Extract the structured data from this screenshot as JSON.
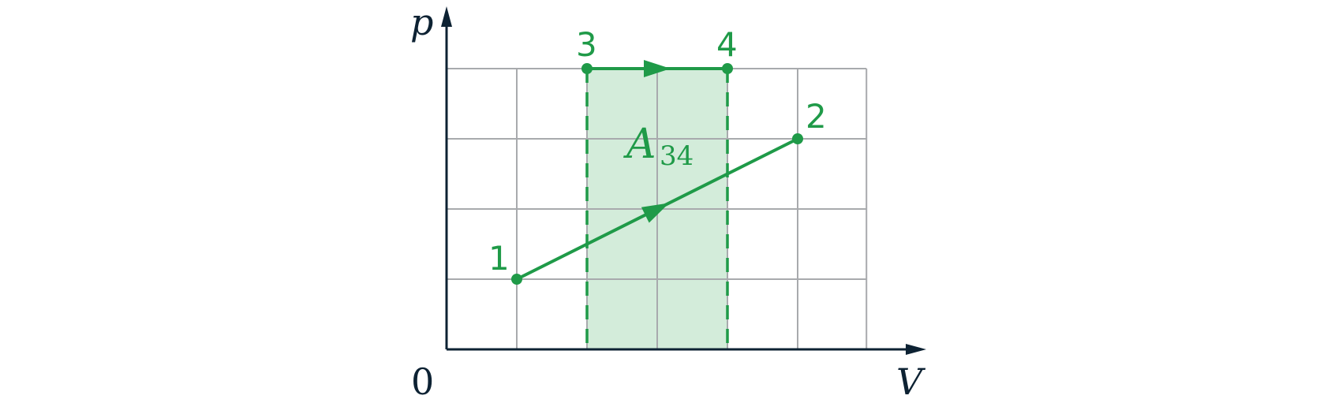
{
  "labels": {
    "y_axis": "p",
    "x_axis": "V",
    "origin": "0",
    "area_main": "A",
    "area_sub": "34"
  },
  "points": [
    {
      "id": "1",
      "label": "1",
      "gx": 1,
      "gy": 1
    },
    {
      "id": "2",
      "label": "2",
      "gx": 5,
      "gy": 3
    },
    {
      "id": "3",
      "label": "3",
      "gx": 2,
      "gy": 4
    },
    {
      "id": "4",
      "label": "4",
      "gx": 4,
      "gy": 4
    }
  ],
  "processes": [
    {
      "from": "1",
      "to": "2"
    },
    {
      "from": "3",
      "to": "4"
    }
  ],
  "shaded_area": {
    "from_gx": 2,
    "to_gx": 4,
    "top_gy": 4
  },
  "grid": {
    "cols": 6,
    "rows": 4
  },
  "colors": {
    "accent": "#1f9a48",
    "fill": "#d3ecda",
    "grid": "#a8aaad",
    "axis": "#0d2233"
  }
}
